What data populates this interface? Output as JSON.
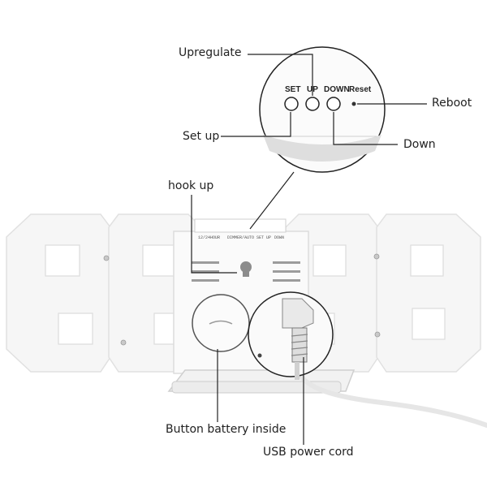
{
  "callouts": {
    "upregulate": "Upregulate",
    "reboot": "Reboot",
    "set_up": "Set up",
    "down": "Down",
    "hook_up": "hook up",
    "battery": "Button battery inside",
    "usb": "USB power cord"
  },
  "buttons": {
    "set": "SET",
    "up": "UP",
    "down": "DOWN",
    "reset": "Reset"
  },
  "back_panel_text": [
    "12/24HOUR",
    "DIMMER/AUTO",
    "SET",
    "UP",
    "DOWN"
  ],
  "colors": {
    "line": "#222222",
    "body": "#f7f7f7",
    "shadow": "#d9d9d9"
  }
}
